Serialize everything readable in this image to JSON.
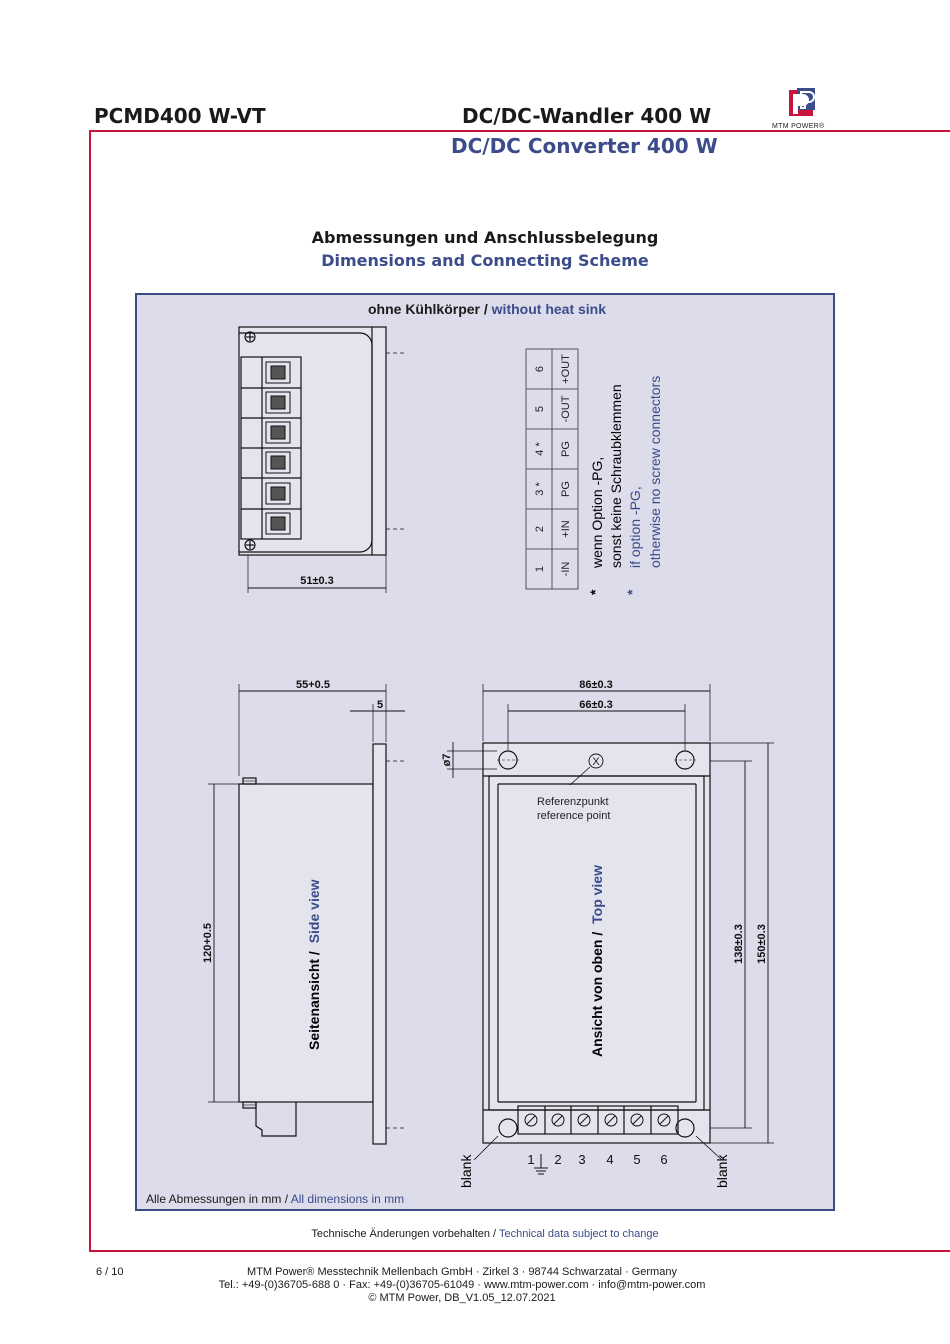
{
  "header": {
    "product": "PCMD400 W-VT",
    "title_de": "DC/DC-Wandler 400 W",
    "title_en": "DC/DC Converter 400 W",
    "logo_text": "MTM POWER®"
  },
  "section": {
    "title_de": "Abmessungen und Anschlussbelegung",
    "title_en": "Dimensions and Connecting Scheme"
  },
  "drawing": {
    "variant_de": "ohne Kühlkörper /",
    "variant_en": "without heat sink",
    "dim_front_width": "51±0.3",
    "dim_side_depth": "55+0.5",
    "dim_side_flange": "5",
    "dim_side_height": "120+0.5",
    "dim_top_width": "86±0.3",
    "dim_top_holes": "66±0.3",
    "dim_hole_dia": "ø7",
    "dim_top_inner": "138±0.3",
    "dim_top_outer": "150±0.3",
    "side_view_de": "Seitenansicht /",
    "side_view_en": "Side view",
    "top_view_de": "Ansicht von oben /",
    "top_view_en": "Top view",
    "ref_de": "Referenzpunkt",
    "ref_en": "reference point",
    "ref_mark": "X",
    "blank_left": "blank",
    "blank_right": "blank",
    "terminal_numbers": [
      "1",
      "2",
      "3",
      "4",
      "5",
      "6"
    ],
    "pin_table": {
      "numbers": [
        "1",
        "2",
        "3 *",
        "4 *",
        "5",
        "6"
      ],
      "signals": [
        "-IN",
        "+IN",
        "PG",
        "PG",
        "-OUT",
        "+OUT"
      ]
    },
    "footnote_star": "*",
    "footnote_de_1": "wenn Option -PG,",
    "footnote_de_2": "sonst keine Schraubklemmen",
    "footnote_en_1": "if option -PG,",
    "footnote_en_2": "otherwise no screw connectors",
    "units_de": "Alle Abmessungen in mm /",
    "units_en": "All dimensions in mm"
  },
  "footer": {
    "change_de": "Technische Änderungen vorbehalten /",
    "change_en": "Technical data subject to change",
    "page": "6 / 10",
    "company": "MTM Power®  Messtechnik Mellenbach GmbH · Zirkel 3 · 98744 Schwarzatal · Germany",
    "contact": "Tel.: +49-(0)36705-688 0 · Fax: +49-(0)36705-61049 · www.mtm-power.com · info@mtm-power.com",
    "copyright": "© MTM Power, DB_V1.05_12.07.2021"
  },
  "colors": {
    "accent_red": "#c8143c",
    "accent_blue": "#3c4c8a",
    "panel_bg": "#dcdcea"
  }
}
